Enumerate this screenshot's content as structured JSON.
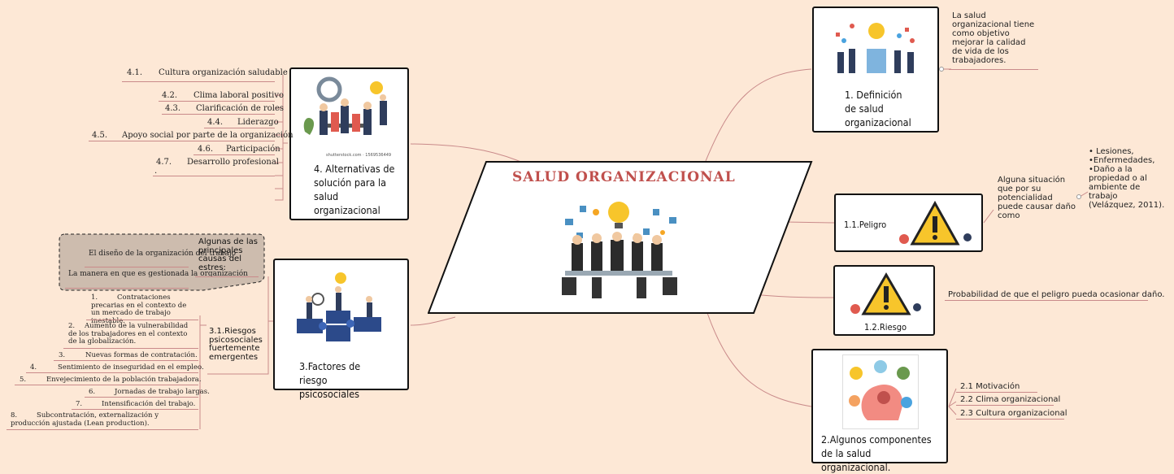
{
  "central": {
    "title": "SALUD ORGANIZACIONAL"
  },
  "definicion": {
    "title": "1. Definición de salud organizacional",
    "note": "La salud organizacional tiene como objetivo mejorar la calidad de vida de los trabajadores."
  },
  "peligro": {
    "title": "1.1.Peligro",
    "note": "Alguna situación que por su potencialidad puede causar daño como",
    "list": "• Lesiones, •Enfermedades, •Daño a la propiedad o al ambiente de trabajo (Velázquez, 2011)."
  },
  "riesgo": {
    "title": "1.2.Riesgo",
    "note": "Probabilidad de que el peligro pueda ocasionar daño."
  },
  "componentes": {
    "title": "2.Algunos componentes de la salud organizacional.",
    "items": [
      "2.1 Motivación",
      "2.2 Clima organizacional",
      "2.3 Cultura organizacional"
    ]
  },
  "factores": {
    "title": "3.Factores de riesgo psicosociales",
    "causas_label": "Algunas de las principales causas del estres:",
    "causas": [
      "El diseño de la organización del trabajo",
      "La manera en que es gestionada la organización"
    ],
    "emergentes_label": "3.1.Riesgos psicosociales fuertemente emergentes",
    "emergentes": [
      {
        "num": "1.",
        "text": "Contrataciones precarias en el contexto de un mercado de trabajo inestable."
      },
      {
        "num": "2.",
        "text": "Aumento de la vulnerabilidad de los trabajadores en el contexto de la globalización."
      },
      {
        "num": "3.",
        "text": "Nuevas formas de contratación."
      },
      {
        "num": "4.",
        "text": "Sentimiento de inseguridad en el empleo."
      },
      {
        "num": "5.",
        "text": "Envejecimiento de la población trabajadora."
      },
      {
        "num": "6.",
        "text": "Jornadas de trabajo largas."
      },
      {
        "num": "7.",
        "text": "Intensificación del trabajo."
      },
      {
        "num": "8.",
        "text": "Subcontratación, externalización y producción ajustada (Lean production)."
      }
    ]
  },
  "alternativas": {
    "title": "4. Alternativas de solución para la salud organizacional",
    "img_caption": "shutterstock.com · 1569536449",
    "items": [
      {
        "num": "4.1.",
        "text": "Cultura organización saludable"
      },
      {
        "num": "4.2.",
        "text": "Clima laboral positivo"
      },
      {
        "num": "4.3.",
        "text": "Clarificación de roles"
      },
      {
        "num": "4.4.",
        "text": "Liderazgo"
      },
      {
        "num": "4.5.",
        "text": "Apoyo social por parte de la organización"
      },
      {
        "num": "4.6.",
        "text": "Participación"
      },
      {
        "num": "4.7.",
        "text": "Desarrollo profesional"
      },
      {
        "num": "",
        "text": "."
      }
    ]
  },
  "colors": {
    "background": "#fde8d6",
    "branch": "#c98a8a",
    "title": "#c0504d",
    "callout": "#cdbcae"
  }
}
